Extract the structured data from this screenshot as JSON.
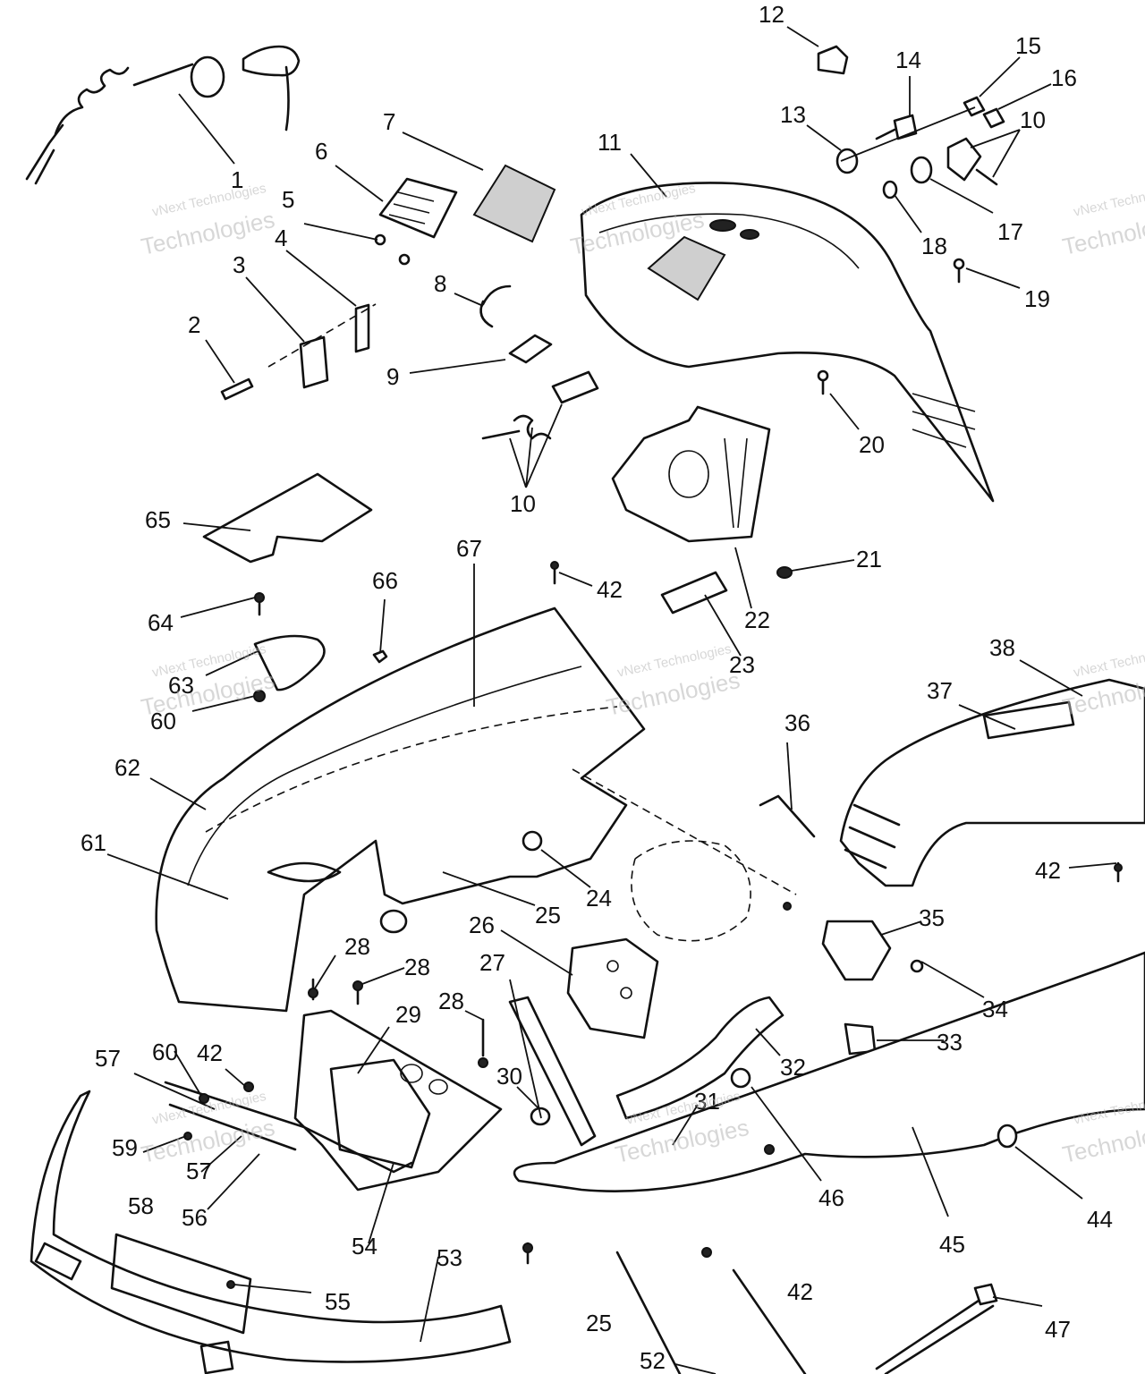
{
  "watermark": {
    "line1": "vNext Technologies",
    "line2": "Technologies"
  },
  "callouts": [
    {
      "id": "c1",
      "text": "1"
    },
    {
      "id": "c2",
      "text": "2"
    },
    {
      "id": "c3",
      "text": "3"
    },
    {
      "id": "c4",
      "text": "4"
    },
    {
      "id": "c5",
      "text": "5"
    },
    {
      "id": "c6",
      "text": "6"
    },
    {
      "id": "c7",
      "text": "7"
    },
    {
      "id": "c8",
      "text": "8"
    },
    {
      "id": "c9",
      "text": "9"
    },
    {
      "id": "c10a",
      "text": "10"
    },
    {
      "id": "c10b",
      "text": "10"
    },
    {
      "id": "c11",
      "text": "11"
    },
    {
      "id": "c12",
      "text": "12"
    },
    {
      "id": "c13",
      "text": "13"
    },
    {
      "id": "c14",
      "text": "14"
    },
    {
      "id": "c15",
      "text": "15"
    },
    {
      "id": "c16",
      "text": "16"
    },
    {
      "id": "c17",
      "text": "17"
    },
    {
      "id": "c18",
      "text": "18"
    },
    {
      "id": "c19",
      "text": "19"
    },
    {
      "id": "c20",
      "text": "20"
    },
    {
      "id": "c21",
      "text": "21"
    },
    {
      "id": "c22",
      "text": "22"
    },
    {
      "id": "c23",
      "text": "23"
    },
    {
      "id": "c24",
      "text": "24"
    },
    {
      "id": "c25a",
      "text": "25"
    },
    {
      "id": "c25b",
      "text": "25"
    },
    {
      "id": "c26",
      "text": "26"
    },
    {
      "id": "c27",
      "text": "27"
    },
    {
      "id": "c28a",
      "text": "28"
    },
    {
      "id": "c28b",
      "text": "28"
    },
    {
      "id": "c28c",
      "text": "28"
    },
    {
      "id": "c29",
      "text": "29"
    },
    {
      "id": "c30",
      "text": "30"
    },
    {
      "id": "c31",
      "text": "31"
    },
    {
      "id": "c32",
      "text": "32"
    },
    {
      "id": "c33",
      "text": "33"
    },
    {
      "id": "c34",
      "text": "34"
    },
    {
      "id": "c35",
      "text": "35"
    },
    {
      "id": "c36",
      "text": "36"
    },
    {
      "id": "c37",
      "text": "37"
    },
    {
      "id": "c38",
      "text": "38"
    },
    {
      "id": "c42a",
      "text": "42"
    },
    {
      "id": "c42b",
      "text": "42"
    },
    {
      "id": "c42c",
      "text": "42"
    },
    {
      "id": "c42d",
      "text": "42"
    },
    {
      "id": "c44",
      "text": "44"
    },
    {
      "id": "c45",
      "text": "45"
    },
    {
      "id": "c46",
      "text": "46"
    },
    {
      "id": "c47",
      "text": "47"
    },
    {
      "id": "c52",
      "text": "52"
    },
    {
      "id": "c53",
      "text": "53"
    },
    {
      "id": "c54",
      "text": "54"
    },
    {
      "id": "c55",
      "text": "55"
    },
    {
      "id": "c56",
      "text": "56"
    },
    {
      "id": "c57a",
      "text": "57"
    },
    {
      "id": "c57b",
      "text": "57"
    },
    {
      "id": "c58",
      "text": "58"
    },
    {
      "id": "c59",
      "text": "59"
    },
    {
      "id": "c60a",
      "text": "60"
    },
    {
      "id": "c60b",
      "text": "60"
    },
    {
      "id": "c61",
      "text": "61"
    },
    {
      "id": "c62",
      "text": "62"
    },
    {
      "id": "c63",
      "text": "63"
    },
    {
      "id": "c64",
      "text": "64"
    },
    {
      "id": "c65",
      "text": "65"
    },
    {
      "id": "c66",
      "text": "66"
    },
    {
      "id": "c67",
      "text": "67"
    }
  ]
}
